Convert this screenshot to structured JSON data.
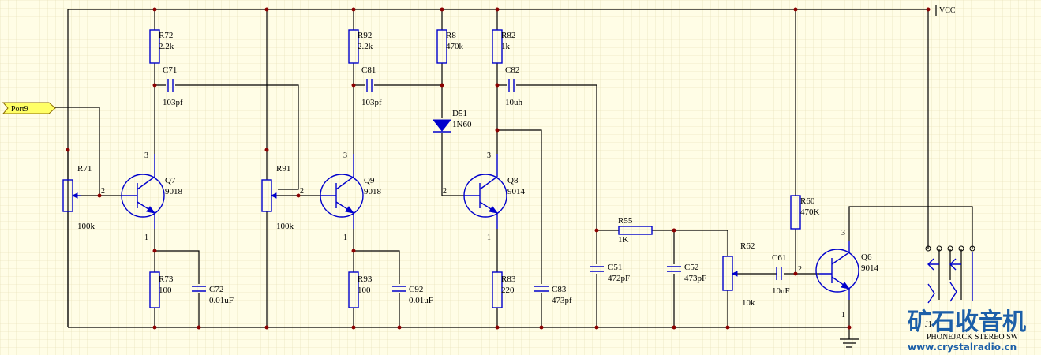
{
  "title": "Crystal radio schematic",
  "port": {
    "label": "Port9"
  },
  "vcc": {
    "label": "VCC"
  },
  "components": {
    "R72": {
      "ref": "R72",
      "value": "2.2k"
    },
    "R92": {
      "ref": "R92",
      "value": "2.2k"
    },
    "R8": {
      "ref": "R8",
      "value": "470k"
    },
    "R82": {
      "ref": "R82",
      "value": "1k"
    },
    "C71": {
      "ref": "C71",
      "value": "103pf"
    },
    "C81": {
      "ref": "C81",
      "value": "103pf"
    },
    "C82": {
      "ref": "C82",
      "value": "10uh"
    },
    "D51": {
      "ref": "D51",
      "value": "1N60"
    },
    "R71": {
      "ref": "R71",
      "value": "100k"
    },
    "R91": {
      "ref": "R91",
      "value": "100k"
    },
    "Q7": {
      "ref": "Q7",
      "value": "9018"
    },
    "Q9": {
      "ref": "Q9",
      "value": "9018"
    },
    "Q8": {
      "ref": "Q8",
      "value": "9014"
    },
    "Q6": {
      "ref": "Q6",
      "value": "9014"
    },
    "R73": {
      "ref": "R73",
      "value": "100"
    },
    "C72": {
      "ref": "C72",
      "value": "0.01uF"
    },
    "R93": {
      "ref": "R93",
      "value": "100"
    },
    "C92": {
      "ref": "C92",
      "value": "0.01uF"
    },
    "R83": {
      "ref": "R83",
      "value": "220"
    },
    "C83": {
      "ref": "C83",
      "value": "473pf"
    },
    "C51": {
      "ref": "C51",
      "value": "472pF"
    },
    "R55": {
      "ref": "R55",
      "value": "1K"
    },
    "C52": {
      "ref": "C52",
      "value": "473pF"
    },
    "R62": {
      "ref": "R62",
      "value": "10k"
    },
    "C61": {
      "ref": "C61",
      "value": "10uF"
    },
    "R60": {
      "ref": "R60",
      "value": "470K"
    },
    "J1": {
      "ref": "J1",
      "value": "PHONEJACK STEREO SW"
    }
  },
  "pins": {
    "base": "2",
    "collector": "3",
    "emitter": "1"
  },
  "watermark": {
    "cn": "矿石收音机",
    "url": "www.crystalradio.cn"
  }
}
